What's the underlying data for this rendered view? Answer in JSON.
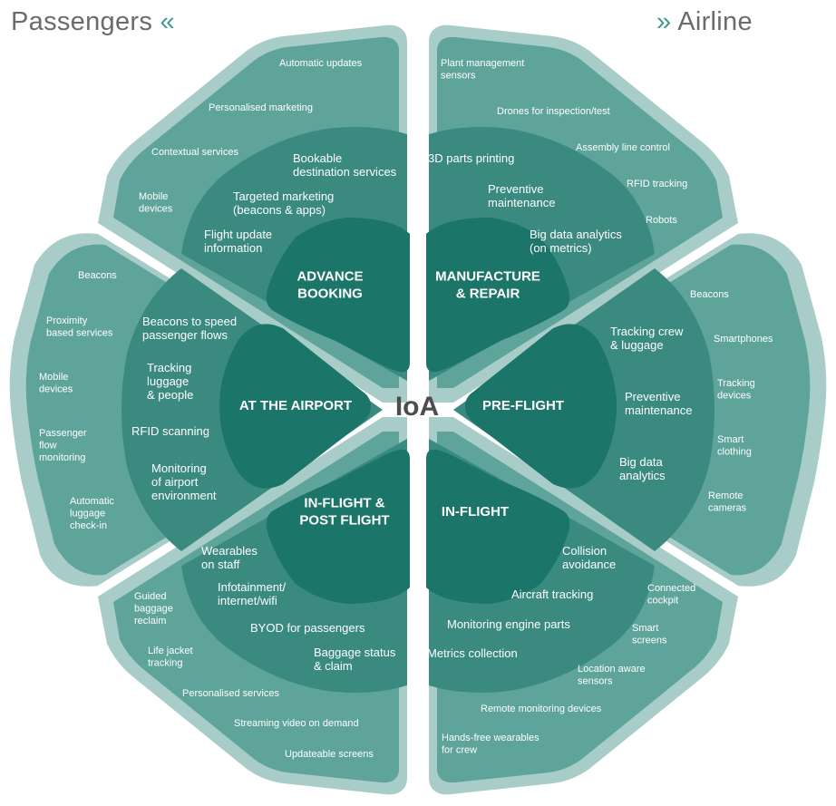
{
  "header": {
    "left_label": "Passengers",
    "left_mark": "«",
    "right_mark": "»",
    "right_label": "Airline"
  },
  "center_label": "IoA",
  "colors": {
    "outer_border": "#a8cdc9",
    "outer_fill": "#5ea49b",
    "middle_fill": "#3a8a80",
    "core_fill": "#1c7569",
    "header_text": "#6b6b6b",
    "accent": "#3f9b92"
  },
  "segments": [
    {
      "id": "advance-booking",
      "core": [
        "ADVANCE",
        "BOOKING"
      ],
      "middle": [
        [
          "Bookable",
          "destination services"
        ],
        [
          "Targeted marketing",
          "(beacons & apps)"
        ],
        [
          "Flight update",
          "information"
        ]
      ],
      "outer": [
        [
          "Automatic updates"
        ],
        [
          "Personalised marketing"
        ],
        [
          "Contextual services"
        ],
        [
          "Mobile",
          "devices"
        ]
      ]
    },
    {
      "id": "manufacture-repair",
      "core": [
        "MANUFACTURE",
        "& REPAIR"
      ],
      "middle": [
        [
          "3D parts printing"
        ],
        [
          "Preventive",
          "maintenance"
        ],
        [
          "Big data analytics",
          "(on metrics)"
        ]
      ],
      "outer": [
        [
          "Plant management",
          "sensors"
        ],
        [
          "Drones for inspection/test"
        ],
        [
          "Assembly line control"
        ],
        [
          "RFID tracking"
        ],
        [
          "Robots"
        ]
      ]
    },
    {
      "id": "pre-flight",
      "core": [
        "PRE-FLIGHT"
      ],
      "middle": [
        [
          "Tracking crew",
          "& luggage"
        ],
        [
          "Preventive",
          "maintenance"
        ],
        [
          "Big data",
          "analytics"
        ]
      ],
      "outer": [
        [
          "Beacons"
        ],
        [
          "Smartphones"
        ],
        [
          "Tracking",
          "devices"
        ],
        [
          "Smart",
          "clothing"
        ],
        [
          "Remote",
          "cameras"
        ]
      ]
    },
    {
      "id": "in-flight",
      "core": [
        "IN-FLIGHT"
      ],
      "middle": [
        [
          "Collision",
          "avoidance"
        ],
        [
          "Aircraft tracking"
        ],
        [
          "Monitoring engine parts"
        ],
        [
          "Metrics collection"
        ]
      ],
      "outer": [
        [
          "Connected",
          "cockpit"
        ],
        [
          "Smart",
          "screens"
        ],
        [
          "Location aware",
          "sensors"
        ],
        [
          "Remote monitoring devices"
        ],
        [
          "Hands-free wearables",
          "for crew"
        ]
      ]
    },
    {
      "id": "in-flight-post-flight",
      "core": [
        "IN-FLIGHT &",
        "POST FLIGHT"
      ],
      "middle": [
        [
          "Wearables",
          "on staff"
        ],
        [
          "Infotainment/",
          "internet/wifi"
        ],
        [
          "BYOD for passengers"
        ],
        [
          "Baggage status",
          "& claim"
        ]
      ],
      "outer": [
        [
          "Guided",
          "baggage",
          "reclaim"
        ],
        [
          "Life jacket",
          "tracking"
        ],
        [
          "Personalised services"
        ],
        [
          "Streaming video on demand"
        ],
        [
          "Updateable screens"
        ]
      ]
    },
    {
      "id": "at-the-airport",
      "core": [
        "AT THE AIRPORT"
      ],
      "middle": [
        [
          "Beacons to speed",
          "passenger flows"
        ],
        [
          "Tracking",
          "luggage",
          "& people"
        ],
        [
          "RFID scanning"
        ],
        [
          "Monitoring",
          "of airport",
          "environment"
        ]
      ],
      "outer": [
        [
          "Beacons"
        ],
        [
          "Proximity",
          "based services"
        ],
        [
          "Mobile",
          "devices"
        ],
        [
          "Passenger",
          "flow",
          "monitoring"
        ],
        [
          "Automatic",
          "luggage",
          "check-in"
        ]
      ]
    }
  ]
}
